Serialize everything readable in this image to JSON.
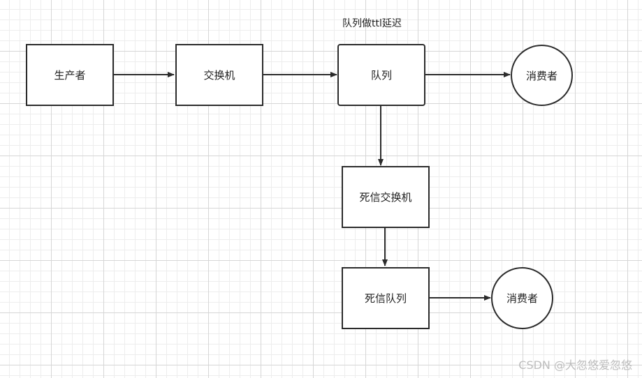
{
  "annotation": "队列做ttl延迟",
  "nodes": {
    "producer": "生产者",
    "exchange": "交换机",
    "queue": "队列",
    "consumer_top": "消费者",
    "dlx_exchange": "死信交换机",
    "dlx_queue": "死信队列",
    "consumer_bottom": "消费者"
  },
  "watermark": "CSDN @大忽悠爱忽悠"
}
